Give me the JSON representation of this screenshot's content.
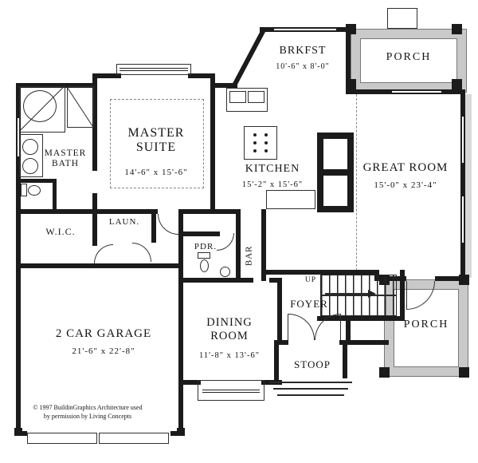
{
  "colors": {
    "wall": "#1b1b1b",
    "porch_band": "#c9c9c9",
    "bg": "#ffffff"
  },
  "rooms": {
    "master_suite": {
      "label": "MASTER SUITE",
      "dims": "14'-6\" x 15'-6\""
    },
    "master_bath": {
      "label": "MASTER BATH"
    },
    "wic": {
      "label": "W.I.C."
    },
    "laundry": {
      "label": "LAUN."
    },
    "brkfst": {
      "label": "BRKFST",
      "dims": "10'-6\" x 8'-0\""
    },
    "porch_top": {
      "label": "PORCH"
    },
    "kitchen": {
      "label": "KITCHEN",
      "dims": "15'-2\" x 15'-6\""
    },
    "great_room": {
      "label": "GREAT ROOM",
      "dims": "15'-0\" x 23'-4\""
    },
    "powder": {
      "label": "PDR."
    },
    "bar": {
      "label": "BAR"
    },
    "stairs": {
      "label": "UP"
    },
    "foyer": {
      "label": "FOYER"
    },
    "dining_room": {
      "label": "DINING ROOM",
      "dims": "11'-8\" x 13'-6\""
    },
    "stoop": {
      "label": "STOOP"
    },
    "porch_right": {
      "label": "PORCH"
    },
    "garage": {
      "label": "2 CAR GARAGE",
      "dims": "21'-6\" x 22'-8\""
    }
  },
  "copyright": {
    "line1": "© 1997 BuildinGraphics Architecture used",
    "line2": "by permission by Living Concepts"
  }
}
